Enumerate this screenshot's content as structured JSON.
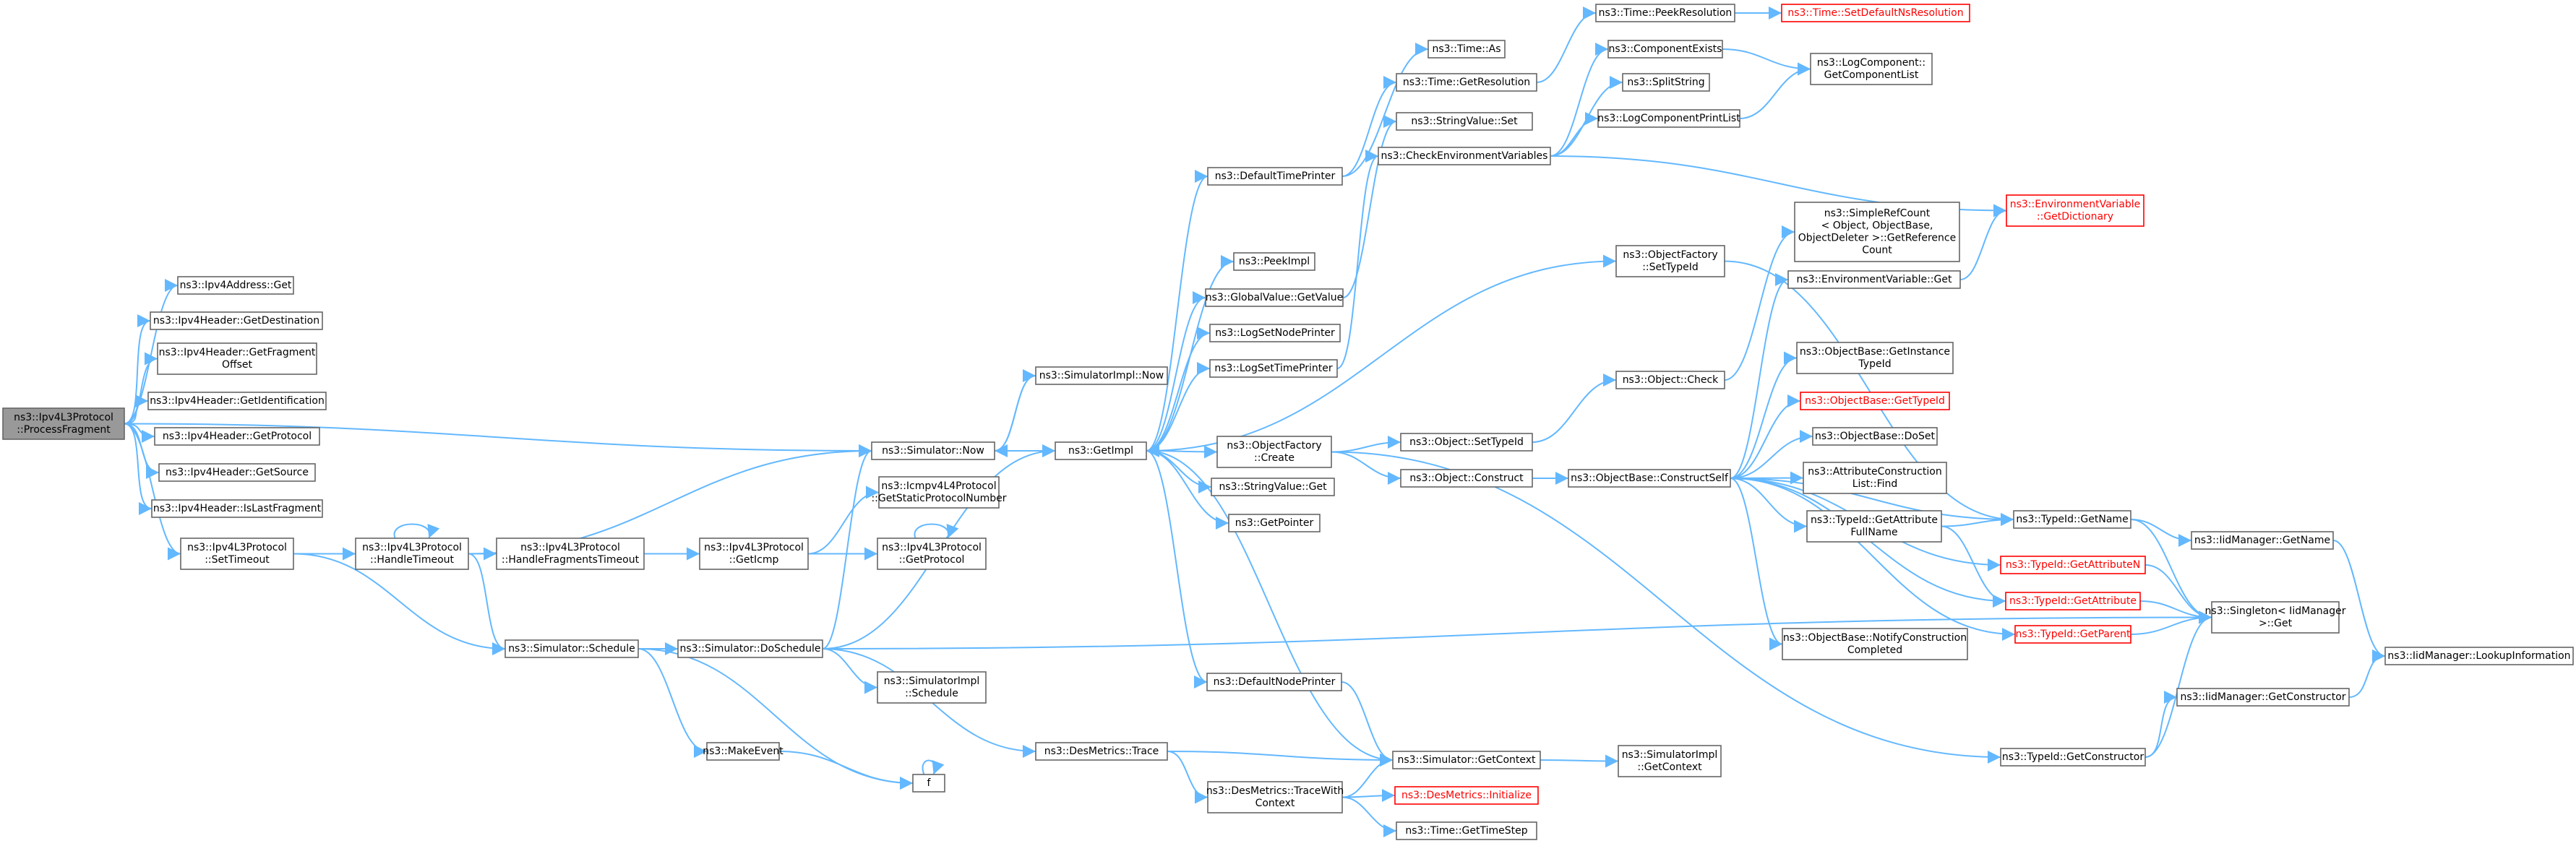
{
  "colors": {
    "edge": "#63b8ff",
    "node_border": "#666666",
    "node_fill": "#ffffff",
    "root_fill": "#999999",
    "error_border": "#ff0000",
    "error_text": "#ff0000",
    "text": "#000000"
  },
  "nodes": [
    {
      "id": "root",
      "lines": [
        "ns3::Ipv4L3Protocol",
        "::ProcessFragment"
      ],
      "style": "root"
    },
    {
      "id": "ipv4addr_get",
      "lines": [
        "ns3::Ipv4Address::Get"
      ]
    },
    {
      "id": "hdr_getdest",
      "lines": [
        "ns3::Ipv4Header::GetDestination"
      ]
    },
    {
      "id": "hdr_getfragoff",
      "lines": [
        "ns3::Ipv4Header::GetFragment",
        "Offset"
      ]
    },
    {
      "id": "hdr_getident",
      "lines": [
        "ns3::Ipv4Header::GetIdentification"
      ]
    },
    {
      "id": "hdr_getproto",
      "lines": [
        "ns3::Ipv4Header::GetProtocol"
      ]
    },
    {
      "id": "hdr_getsource",
      "lines": [
        "ns3::Ipv4Header::GetSource"
      ]
    },
    {
      "id": "hdr_islastfrag",
      "lines": [
        "ns3::Ipv4Header::IsLastFragment"
      ]
    },
    {
      "id": "l3_settimeout",
      "lines": [
        "ns3::Ipv4L3Protocol",
        "::SetTimeout"
      ]
    },
    {
      "id": "l3_handletimeout",
      "lines": [
        "ns3::Ipv4L3Protocol",
        "::HandleTimeout"
      ]
    },
    {
      "id": "l3_handlefragtimeout",
      "lines": [
        "ns3::Ipv4L3Protocol",
        "::HandleFragmentsTimeout"
      ]
    },
    {
      "id": "l3_geticmp",
      "lines": [
        "ns3::Ipv4L3Protocol",
        "::GetIcmp"
      ]
    },
    {
      "id": "l3_getprotocol",
      "lines": [
        "ns3::Ipv4L3Protocol",
        "::GetProtocol"
      ]
    },
    {
      "id": "icmp_getstatic",
      "lines": [
        "ns3::Icmpv4L4Protocol",
        "::GetStaticProtocolNumber"
      ]
    },
    {
      "id": "sim_now",
      "lines": [
        "ns3::Simulator::Now"
      ]
    },
    {
      "id": "simimpl_now",
      "lines": [
        "ns3::SimulatorImpl::Now"
      ]
    },
    {
      "id": "sim_schedule",
      "lines": [
        "ns3::Simulator::Schedule"
      ]
    },
    {
      "id": "sim_doschedule",
      "lines": [
        "ns3::Simulator::DoSchedule"
      ]
    },
    {
      "id": "simimpl_schedule",
      "lines": [
        "ns3::SimulatorImpl",
        "::Schedule"
      ]
    },
    {
      "id": "makeevent",
      "lines": [
        "ns3::MakeEvent"
      ]
    },
    {
      "id": "f",
      "lines": [
        "f"
      ]
    },
    {
      "id": "desmetrics_trace",
      "lines": [
        "ns3::DesMetrics::Trace"
      ]
    },
    {
      "id": "desmetrics_tracewithctx",
      "lines": [
        "ns3::DesMetrics::TraceWith",
        "Context"
      ]
    },
    {
      "id": "desmetrics_init",
      "lines": [
        "ns3::DesMetrics::Initialize"
      ],
      "style": "error"
    },
    {
      "id": "time_gettimestep",
      "lines": [
        "ns3::Time::GetTimeStep"
      ]
    },
    {
      "id": "sim_getcontext",
      "lines": [
        "ns3::Simulator::GetContext"
      ]
    },
    {
      "id": "simimpl_getcontext",
      "lines": [
        "ns3::SimulatorImpl",
        "::GetContext"
      ]
    },
    {
      "id": "getimpl",
      "lines": [
        "ns3::GetImpl"
      ]
    },
    {
      "id": "defaulttimeprinter",
      "lines": [
        "ns3::DefaultTimePrinter"
      ]
    },
    {
      "id": "peekimpl",
      "lines": [
        "ns3::PeekImpl"
      ]
    },
    {
      "id": "globalvalue_getvalue",
      "lines": [
        "ns3::GlobalValue::GetValue"
      ]
    },
    {
      "id": "logsetnodeprinter",
      "lines": [
        "ns3::LogSetNodePrinter"
      ]
    },
    {
      "id": "logsettimeprinter",
      "lines": [
        "ns3::LogSetTimePrinter"
      ]
    },
    {
      "id": "objfactory_create",
      "lines": [
        "ns3::ObjectFactory",
        "::Create"
      ]
    },
    {
      "id": "stringvalue_get",
      "lines": [
        "ns3::StringValue::Get"
      ]
    },
    {
      "id": "getpointer",
      "lines": [
        "ns3::GetPointer"
      ]
    },
    {
      "id": "defaultnodeprinter",
      "lines": [
        "ns3::DefaultNodePrinter"
      ]
    },
    {
      "id": "time_as",
      "lines": [
        "ns3::Time::As"
      ]
    },
    {
      "id": "time_getresolution",
      "lines": [
        "ns3::Time::GetResolution"
      ]
    },
    {
      "id": "time_peekresolution",
      "lines": [
        "ns3::Time::PeekResolution"
      ]
    },
    {
      "id": "time_setdefaultns",
      "lines": [
        "ns3::Time::SetDefaultNsResolution"
      ],
      "style": "error"
    },
    {
      "id": "stringvalue_set",
      "lines": [
        "ns3::StringValue::Set"
      ]
    },
    {
      "id": "checkenvvars",
      "lines": [
        "ns3::CheckEnvironmentVariables"
      ]
    },
    {
      "id": "componentexists",
      "lines": [
        "ns3::ComponentExists"
      ]
    },
    {
      "id": "splitstring",
      "lines": [
        "ns3::SplitString"
      ]
    },
    {
      "id": "logcomponentprintlist",
      "lines": [
        "ns3::LogComponentPrintList"
      ]
    },
    {
      "id": "logcomp_getlist",
      "lines": [
        "ns3::LogComponent::",
        "GetComponentList"
      ]
    },
    {
      "id": "envvar_getdict",
      "lines": [
        "ns3::EnvironmentVariable",
        "::GetDictionary"
      ],
      "style": "error"
    },
    {
      "id": "objfactory_settypeid",
      "lines": [
        "ns3::ObjectFactory",
        "::SetTypeId"
      ]
    },
    {
      "id": "simplerefcount",
      "lines": [
        "ns3::SimpleRefCount",
        "< Object, ObjectBase,",
        "ObjectDeleter >::GetReference",
        "Count"
      ]
    },
    {
      "id": "envvar_get",
      "lines": [
        "ns3::EnvironmentVariable::Get"
      ]
    },
    {
      "id": "object_check",
      "lines": [
        "ns3::Object::Check"
      ]
    },
    {
      "id": "object_settypeid",
      "lines": [
        "ns3::Object::SetTypeId"
      ]
    },
    {
      "id": "object_construct",
      "lines": [
        "ns3::Object::Construct"
      ]
    },
    {
      "id": "objbase_constructself",
      "lines": [
        "ns3::ObjectBase::ConstructSelf"
      ]
    },
    {
      "id": "objbase_getinstancetypeid",
      "lines": [
        "ns3::ObjectBase::GetInstance",
        "TypeId"
      ]
    },
    {
      "id": "objbase_gettypeid",
      "lines": [
        "ns3::ObjectBase::GetTypeId"
      ],
      "style": "error"
    },
    {
      "id": "objbase_doset",
      "lines": [
        "ns3::ObjectBase::DoSet"
      ]
    },
    {
      "id": "attrconstr_find",
      "lines": [
        "ns3::AttributeConstruction",
        "List::Find"
      ]
    },
    {
      "id": "typeid_getattrfullname",
      "lines": [
        "ns3::TypeId::GetAttribute",
        "FullName"
      ]
    },
    {
      "id": "typeid_getattributen",
      "lines": [
        "ns3::TypeId::GetAttributeN"
      ],
      "style": "error"
    },
    {
      "id": "typeid_getattribute",
      "lines": [
        "ns3::TypeId::GetAttribute"
      ],
      "style": "error"
    },
    {
      "id": "typeid_getparent",
      "lines": [
        "ns3::TypeId::GetParent"
      ],
      "style": "error"
    },
    {
      "id": "objbase_notifyconstr",
      "lines": [
        "ns3::ObjectBase::NotifyConstruction",
        "Completed"
      ]
    },
    {
      "id": "typeid_getname",
      "lines": [
        "ns3::TypeId::GetName"
      ]
    },
    {
      "id": "iidmgr_getname",
      "lines": [
        "ns3::IidManager::GetName"
      ]
    },
    {
      "id": "singleton_get",
      "lines": [
        "ns3::Singleton< IidManager",
        " >::Get"
      ]
    },
    {
      "id": "iidmgr_lookupinfo",
      "lines": [
        "ns3::IidManager::LookupInformation"
      ]
    },
    {
      "id": "iidmgr_getconstructor",
      "lines": [
        "ns3::IidManager::GetConstructor"
      ]
    },
    {
      "id": "typeid_getconstructor",
      "lines": [
        "ns3::TypeId::GetConstructor"
      ]
    }
  ],
  "edges": [
    [
      "root",
      "ipv4addr_get"
    ],
    [
      "root",
      "hdr_getdest"
    ],
    [
      "root",
      "hdr_getfragoff"
    ],
    [
      "root",
      "hdr_getident"
    ],
    [
      "root",
      "hdr_getproto"
    ],
    [
      "root",
      "hdr_getsource"
    ],
    [
      "root",
      "hdr_islastfrag"
    ],
    [
      "root",
      "l3_settimeout"
    ],
    [
      "root",
      "sim_now"
    ],
    [
      "l3_settimeout",
      "l3_handletimeout"
    ],
    [
      "l3_settimeout",
      "sim_schedule"
    ],
    [
      "l3_handletimeout",
      "l3_handletimeout"
    ],
    [
      "l3_handletimeout",
      "l3_handlefragtimeout"
    ],
    [
      "l3_handletimeout",
      "sim_now"
    ],
    [
      "l3_handletimeout",
      "sim_schedule"
    ],
    [
      "l3_handlefragtimeout",
      "l3_geticmp"
    ],
    [
      "l3_geticmp",
      "icmp_getstatic"
    ],
    [
      "l3_geticmp",
      "l3_getprotocol"
    ],
    [
      "l3_getprotocol",
      "l3_getprotocol"
    ],
    [
      "sim_now",
      "simimpl_now"
    ],
    [
      "sim_now",
      "getimpl"
    ],
    [
      "simimpl_now",
      "sim_now"
    ],
    [
      "sim_schedule",
      "sim_doschedule"
    ],
    [
      "sim_schedule",
      "makeevent"
    ],
    [
      "sim_schedule",
      "f"
    ],
    [
      "makeevent",
      "f"
    ],
    [
      "f",
      "f"
    ],
    [
      "sim_doschedule",
      "sim_now"
    ],
    [
      "sim_doschedule",
      "getimpl"
    ],
    [
      "sim_doschedule",
      "simimpl_schedule"
    ],
    [
      "sim_doschedule",
      "desmetrics_trace"
    ],
    [
      "sim_doschedule",
      "singleton_get"
    ],
    [
      "desmetrics_trace",
      "desmetrics_tracewithctx"
    ],
    [
      "desmetrics_trace",
      "sim_getcontext"
    ],
    [
      "desmetrics_tracewithctx",
      "desmetrics_init"
    ],
    [
      "desmetrics_tracewithctx",
      "sim_getcontext"
    ],
    [
      "desmetrics_tracewithctx",
      "time_gettimestep"
    ],
    [
      "sim_getcontext",
      "getimpl"
    ],
    [
      "sim_getcontext",
      "simimpl_getcontext"
    ],
    [
      "getimpl",
      "defaulttimeprinter"
    ],
    [
      "getimpl",
      "peekimpl"
    ],
    [
      "getimpl",
      "globalvalue_getvalue"
    ],
    [
      "getimpl",
      "logsetnodeprinter"
    ],
    [
      "getimpl",
      "logsettimeprinter"
    ],
    [
      "getimpl",
      "objfactory_create"
    ],
    [
      "getimpl",
      "stringvalue_get"
    ],
    [
      "getimpl",
      "getpointer"
    ],
    [
      "getimpl",
      "defaultnodeprinter"
    ],
    [
      "getimpl",
      "objfactory_settypeid"
    ],
    [
      "defaultnodeprinter",
      "sim_getcontext"
    ],
    [
      "defaulttimeprinter",
      "time_as"
    ],
    [
      "defaulttimeprinter",
      "time_getresolution"
    ],
    [
      "time_getresolution",
      "time_peekresolution"
    ],
    [
      "time_peekresolution",
      "time_setdefaultns"
    ],
    [
      "globalvalue_getvalue",
      "stringvalue_set"
    ],
    [
      "logsettimeprinter",
      "checkenvvars"
    ],
    [
      "checkenvvars",
      "componentexists"
    ],
    [
      "checkenvvars",
      "splitstring"
    ],
    [
      "checkenvvars",
      "logcomponentprintlist"
    ],
    [
      "checkenvvars",
      "envvar_getdict"
    ],
    [
      "componentexists",
      "logcomp_getlist"
    ],
    [
      "logcomponentprintlist",
      "logcomp_getlist"
    ],
    [
      "objfactory_create",
      "object_settypeid"
    ],
    [
      "objfactory_create",
      "object_construct"
    ],
    [
      "objfactory_create",
      "typeid_getconstructor"
    ],
    [
      "objfactory_settypeid",
      "typeid_getname"
    ],
    [
      "object_settypeid",
      "object_check"
    ],
    [
      "object_check",
      "simplerefcount"
    ],
    [
      "object_construct",
      "objbase_constructself"
    ],
    [
      "objbase_constructself",
      "envvar_get"
    ],
    [
      "objbase_constructself",
      "objbase_getinstancetypeid"
    ],
    [
      "objbase_constructself",
      "objbase_gettypeid"
    ],
    [
      "objbase_constructself",
      "objbase_doset"
    ],
    [
      "objbase_constructself",
      "attrconstr_find"
    ],
    [
      "objbase_constructself",
      "typeid_getattrfullname"
    ],
    [
      "objbase_constructself",
      "typeid_getattributen"
    ],
    [
      "objbase_constructself",
      "typeid_getattribute"
    ],
    [
      "objbase_constructself",
      "typeid_getparent"
    ],
    [
      "objbase_constructself",
      "objbase_notifyconstr"
    ],
    [
      "objbase_constructself",
      "typeid_getname"
    ],
    [
      "envvar_get",
      "envvar_getdict"
    ],
    [
      "typeid_getattrfullname",
      "typeid_getname"
    ],
    [
      "typeid_getattrfullname",
      "typeid_getattribute"
    ],
    [
      "typeid_getattributen",
      "singleton_get"
    ],
    [
      "typeid_getattribute",
      "singleton_get"
    ],
    [
      "typeid_getparent",
      "singleton_get"
    ],
    [
      "typeid_getname",
      "iidmgr_getname"
    ],
    [
      "typeid_getname",
      "singleton_get"
    ],
    [
      "iidmgr_getname",
      "iidmgr_lookupinfo"
    ],
    [
      "typeid_getconstructor",
      "singleton_get"
    ],
    [
      "typeid_getconstructor",
      "iidmgr_getconstructor"
    ],
    [
      "iidmgr_getconstructor",
      "iidmgr_lookupinfo"
    ]
  ]
}
